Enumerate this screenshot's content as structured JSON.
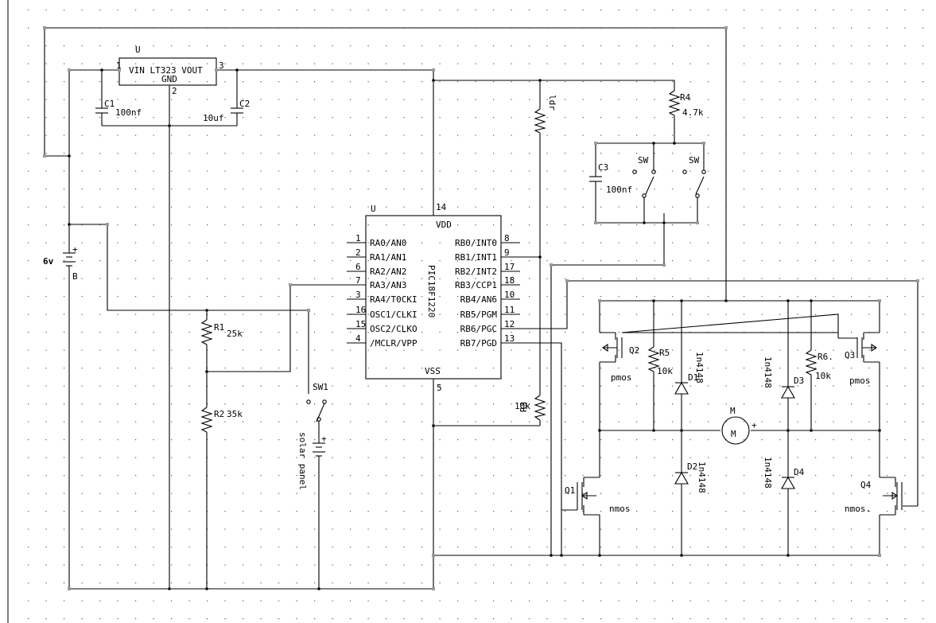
{
  "regulator": {
    "ref": "U",
    "pin_in": "1",
    "pin_out": "3",
    "pin_gnd": "2",
    "line1": "VIN LT323 VOUT",
    "line2": "GND"
  },
  "caps": {
    "c1_ref": "C1",
    "c1_val": "100nf",
    "c2_ref": "C2",
    "c2_val": "10uf",
    "c3_ref": "C3",
    "c3_val": "100nf"
  },
  "battery": {
    "voltage": "6v",
    "plus": "+",
    "ref": "B"
  },
  "resistors": {
    "r1_ref": "R1",
    "r1_val": "25k",
    "r2_ref": "R2",
    "r2_val": "35k",
    "r3_ref": "R3",
    "r3_val": "10k",
    "r4_ref": "R4",
    "r4_val": "4.7k",
    "ldr_val": "ldr",
    "r5_ref": "R5",
    "r5_val": "10k",
    "r6_ref": "R6.",
    "r6_val": "10k"
  },
  "switches": {
    "sw1": "SW1",
    "swa": "SW",
    "swb": "SW"
  },
  "solar": {
    "label": "solar panel",
    "plus": "+"
  },
  "mcu": {
    "ref": "U",
    "part": "PIC18F1220",
    "vdd": "VDD",
    "vss": "VSS",
    "vdd_pin": "14",
    "vss_pin": "5",
    "left_pins": [
      {
        "num": "1",
        "name": "RA0/AN0"
      },
      {
        "num": "2",
        "name": "RA1/AN1"
      },
      {
        "num": "6",
        "name": "RA2/AN2"
      },
      {
        "num": "7",
        "name": "RA3/AN3"
      },
      {
        "num": "3",
        "name": "RA4/T0CKI"
      },
      {
        "num": "16",
        "name": "OSC1/CLKI"
      },
      {
        "num": "15",
        "name": "OSC2/CLKO"
      },
      {
        "num": "4",
        "name": "/MCLR/VPP"
      }
    ],
    "right_pins": [
      {
        "num": "8",
        "name": "RB0/INT0"
      },
      {
        "num": "9",
        "name": "RB1/INT1"
      },
      {
        "num": "17",
        "name": "RB2/INT2"
      },
      {
        "num": "18",
        "name": "RB3/CCP1"
      },
      {
        "num": "10",
        "name": "RB4/AN6"
      },
      {
        "num": "11",
        "name": "RB5/PGM"
      },
      {
        "num": "12",
        "name": "RB6/PGC"
      },
      {
        "num": "13",
        "name": "RB7/PGD"
      }
    ]
  },
  "hbridge": {
    "q1_ref": "Q1",
    "q1_type": "nmos",
    "q2_ref": "Q2",
    "q2_type": "pmos",
    "q3_ref": "Q3",
    "q3_type": "pmos",
    "q4_ref": "Q4",
    "q4_type": "nmos.",
    "d1_ref": "D1",
    "d1_val": "1n4148",
    "d2_ref": "D2",
    "d2_val": "1n4148",
    "d3_ref": "D3",
    "d3_val": "1n4148",
    "d4_ref": "D4",
    "d4_val": "1n4148",
    "motor_ref": "M",
    "motor_sym": "M",
    "motor_plus": "+"
  }
}
